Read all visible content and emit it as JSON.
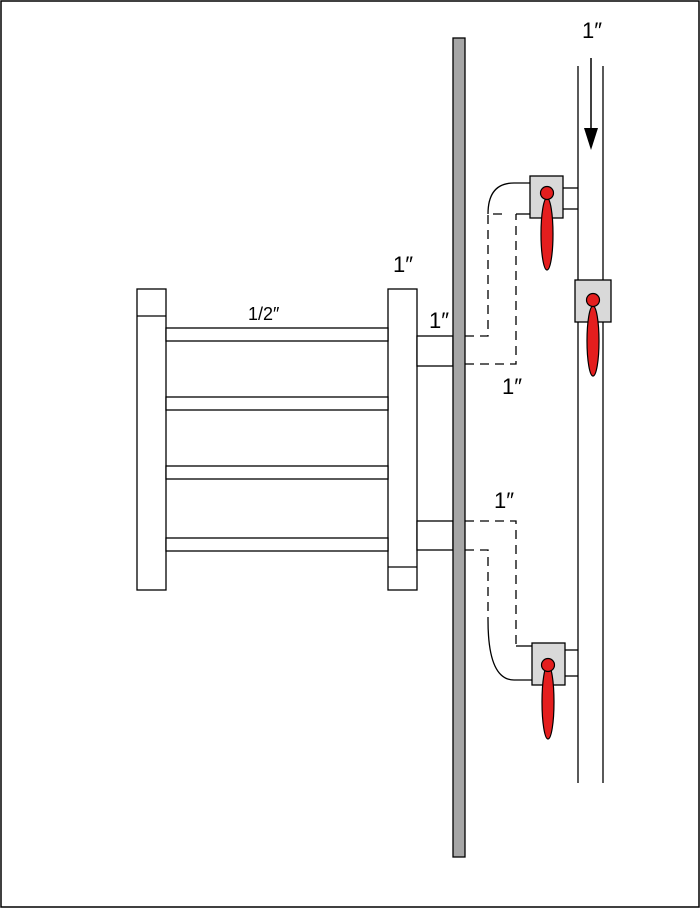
{
  "labels": {
    "supply_size": "1″",
    "radiator_header_size": "1″",
    "tube_size": "1/2″",
    "upper_inlet_size": "1″",
    "upper_return_size": "1″",
    "lower_size": "1″"
  },
  "colors": {
    "stroke": "#000000",
    "wall_fill": "#a6a6a6",
    "valve_body": "#d9d9d9",
    "handle": "#e41e1e"
  },
  "icons": {
    "flow_arrow": "arrow-down-icon",
    "valve_handle": "valve-handle-icon"
  }
}
